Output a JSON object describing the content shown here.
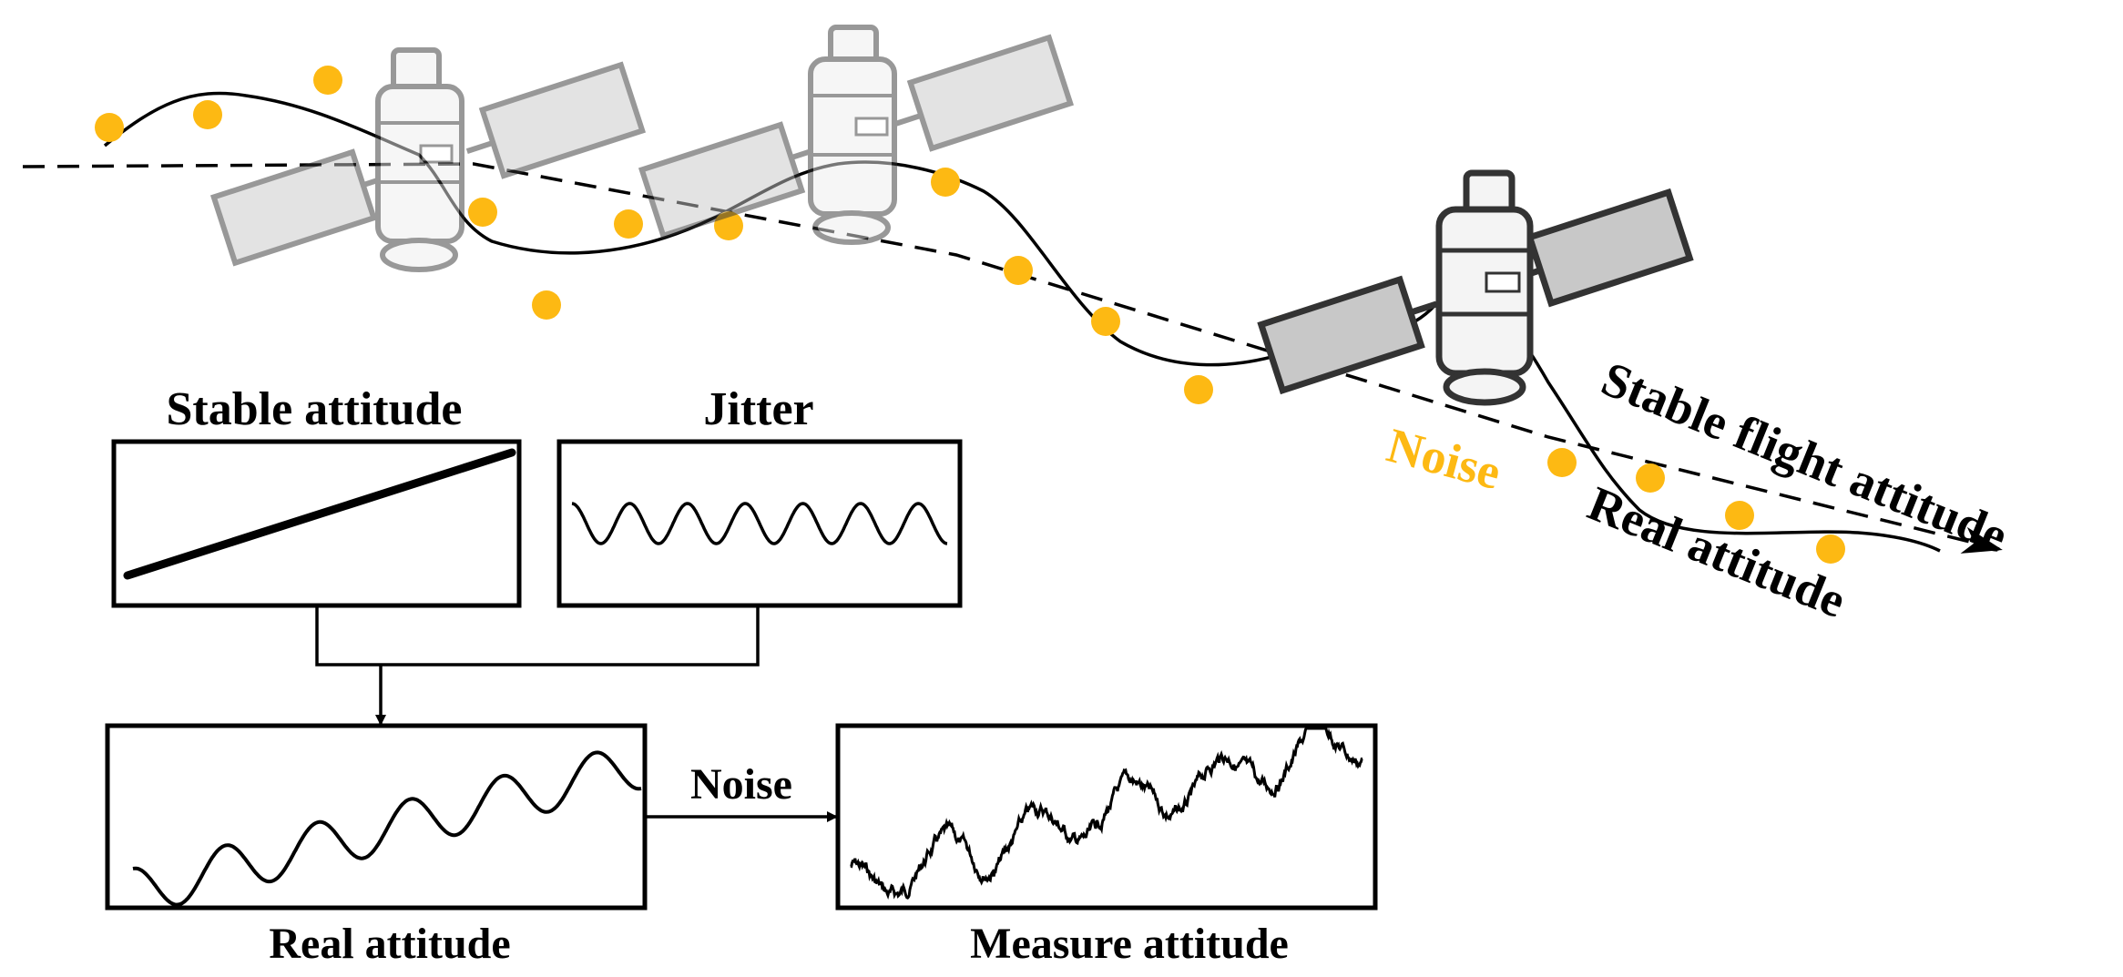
{
  "labels": {
    "stable_flight_attitude": "Stable flight attitude",
    "real_attitude_path": "Real attitude",
    "noise_path": "Noise",
    "stable_attitude_box": "Stable attitude",
    "jitter_box": "Jitter",
    "real_attitude_box": "Real attitude",
    "measure_attitude_box": "Measure attitude",
    "noise_arrow": "Noise"
  },
  "colors": {
    "noise_dot": "#FDB913",
    "line": "#000000",
    "satellite_panel": "#c8c8c8",
    "satellite_body": "#eeeeee"
  },
  "icons": [
    "satellite-icon",
    "satellite-icon",
    "satellite-icon"
  ]
}
